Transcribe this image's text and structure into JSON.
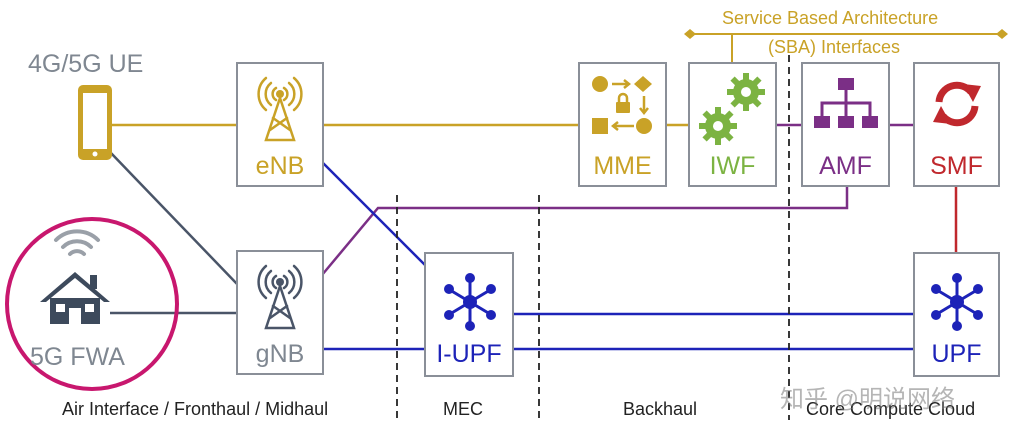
{
  "sba": {
    "line1": "Service Based Architecture",
    "line2": "(SBA) Interfaces"
  },
  "ue_label": "4G/5G UE",
  "fwa_label": "5G FWA",
  "nodes": {
    "enb": "eNB",
    "gnb": "gNB",
    "iupf": "I-UPF",
    "mme": "MME",
    "iwf": "IWF",
    "amf": "AMF",
    "smf": "SMF",
    "upf": "UPF"
  },
  "sections": {
    "air": "Air Interface / Fronthaul / Midhaul",
    "mec": "MEC",
    "backhaul": "Backhaul",
    "core": "Core Compute Cloud"
  },
  "watermark": "知乎 @明说网络",
  "colors": {
    "gold": "#c9a227",
    "navy": "#1d23b8",
    "purple": "#7b2f86",
    "slate": "#4a5568",
    "red": "#c0282d",
    "green": "#7cb342",
    "magenta": "#c8176e"
  }
}
